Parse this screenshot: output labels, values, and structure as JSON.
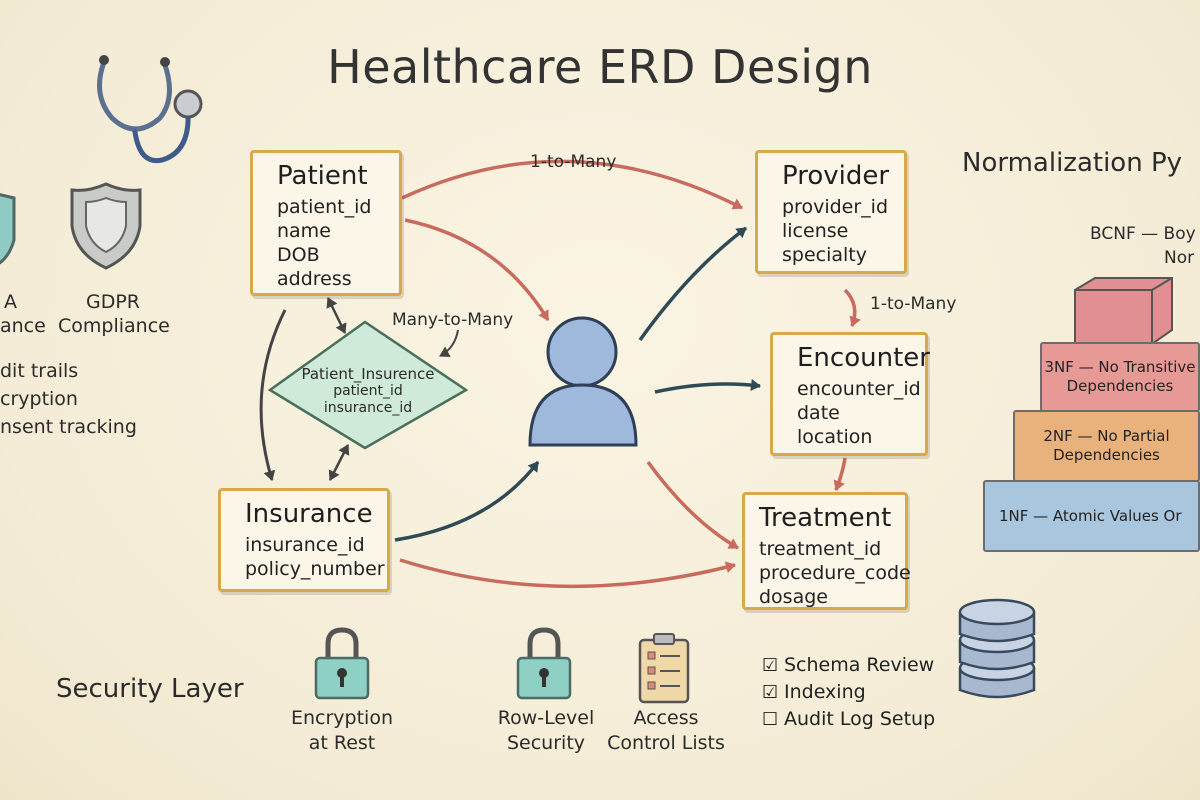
{
  "title": "Healthcare ERD Design",
  "compliance": {
    "hipaa_fragment": [
      "A",
      "ance"
    ],
    "gdpr": [
      "GDPR",
      "Compliance"
    ],
    "items": [
      "dit trails",
      "cryption",
      "nsent tracking"
    ]
  },
  "entities": {
    "patient": {
      "name": "Patient",
      "attrs": [
        "patient_id",
        "name",
        "DOB",
        "address"
      ]
    },
    "insurance": {
      "name": "Insurance",
      "attrs": [
        "insurance_id",
        "policy_number"
      ]
    },
    "patient_insurance": {
      "name": "Patient_Insurence",
      "attrs": [
        "patient_id",
        "insurance_id"
      ]
    },
    "provider": {
      "name": "Provider",
      "attrs": [
        "provider_id",
        "license",
        "specialty"
      ]
    },
    "encounter": {
      "name": "Encounter",
      "attrs": [
        "encounter_id",
        "date",
        "location"
      ]
    },
    "treatment": {
      "name": "Treatment",
      "attrs": [
        "treatment_id",
        "procedure_code",
        "dosage"
      ]
    }
  },
  "relationship_labels": {
    "one_to_many_top": "1-to-Many",
    "one_to_many_right": "1-to-Many",
    "many_to_many": "Many-to-Many"
  },
  "normalization": {
    "title": "Normalization Py",
    "top_caption": [
      "BCNF — Boy",
      "Nor"
    ],
    "levels": [
      {
        "label": [
          "3NF — No Transitive",
          "Dependencies"
        ],
        "color": "#e79a95"
      },
      {
        "label": [
          "2NF — No Partial",
          "Dependencies"
        ],
        "color": "#e9b27c"
      },
      {
        "label": [
          "1NF — Atomic Values Or"
        ],
        "color": "#a9c6df"
      }
    ],
    "bcnf_color": "#e28f91"
  },
  "security": {
    "title": "Security Layer",
    "items": [
      [
        "Encryption",
        "at Rest"
      ],
      [
        "Row-Level",
        "Security"
      ],
      [
        "Access",
        "Control Lists"
      ]
    ]
  },
  "checklist": [
    {
      "mark": "☑",
      "label": "Schema Review"
    },
    {
      "mark": "☑",
      "label": "Indexing"
    },
    {
      "mark": "☐",
      "label": "Audit Log Setup"
    }
  ],
  "colors": {
    "entity_border": "#d7a84c",
    "arrow_red": "#c96a5e",
    "arrow_dark": "#2f4a55",
    "person": "#9fb9dc",
    "junction": "#cfead8",
    "lock": "#8fd0c5"
  }
}
